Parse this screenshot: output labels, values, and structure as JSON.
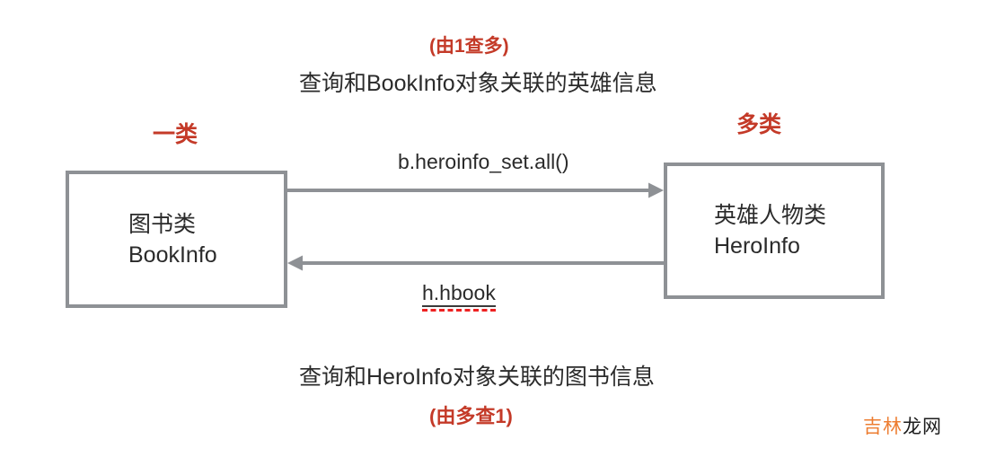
{
  "colors": {
    "red": "#c43a28",
    "gray": "#8e9195",
    "text": "#2b2b2b",
    "orange": "#ed7d31",
    "spellcheck_red": "#ee2222"
  },
  "top": {
    "red_title": "(由1查多)",
    "subtitle": "查询和BookInfo对象关联的英雄信息"
  },
  "left_box": {
    "label": "一类",
    "line1": "图书类",
    "line2": "BookInfo"
  },
  "right_box": {
    "label": "多类",
    "line1": "英雄人物类",
    "line2": "HeroInfo"
  },
  "arrows": {
    "forward_label": "b.heroinfo_set.all()",
    "backward_label": "h.hbook"
  },
  "bottom": {
    "subtitle": "查询和HeroInfo对象关联的图书信息",
    "red_title": "(由多查1)"
  },
  "watermark": {
    "part1": "吉林",
    "part2": "龙网"
  }
}
